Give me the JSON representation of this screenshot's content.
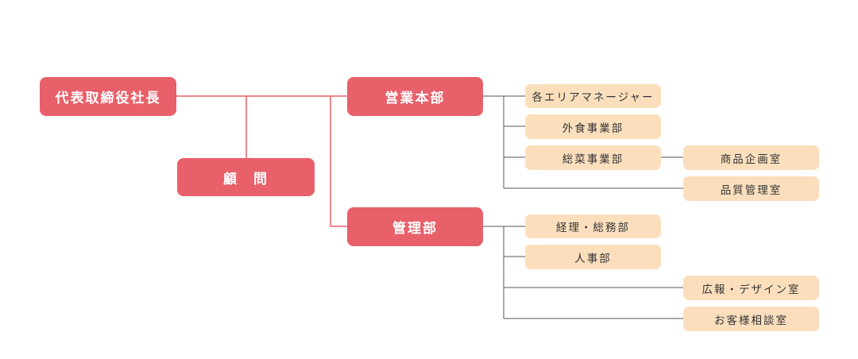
{
  "chart": {
    "president": "代表取締役社長",
    "advisor": "顧　問",
    "divisions": {
      "sales": {
        "label": "営業本部",
        "units": {
          "area_manager": "各エリアマネージャー",
          "food_service": "外食事業部",
          "deli": "総菜事業部",
          "product_planning": "商品企画室",
          "quality_control": "品質管理室"
        }
      },
      "admin": {
        "label": "管理部",
        "units": {
          "accounting_general": "経理・総務部",
          "hr": "人事部",
          "pr_design": "広報・デザイン室",
          "customer_consultation": "お客様相談室"
        }
      }
    }
  },
  "colors": {
    "main_box": "#e8606a",
    "sub_box": "#fbdfbd",
    "line_main": "#e8606a",
    "line_sub": "#555555"
  }
}
